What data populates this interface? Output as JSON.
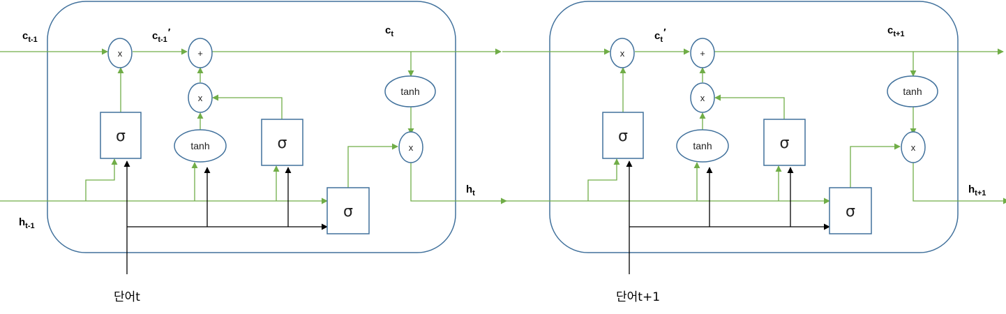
{
  "colors": {
    "frame": "#41719c",
    "green_line": "#70ad47",
    "black_line": "#000000"
  },
  "symbols": {
    "multiply": "x",
    "add": "+",
    "tanh": "tanh",
    "sigma": "σ"
  },
  "cells": [
    {
      "labels": {
        "c_in": {
          "main": "c",
          "sub": "t-1",
          "prime": ""
        },
        "c_mid": {
          "main": "c",
          "sub": "t-1",
          "prime": "′"
        },
        "c_out": {
          "main": "c",
          "sub": "t",
          "prime": ""
        },
        "h_in": {
          "main": "h",
          "sub": "t-1",
          "prime": ""
        },
        "h_out": {
          "main": "h",
          "sub": "t",
          "prime": ""
        }
      },
      "word": "단어t"
    },
    {
      "labels": {
        "c_in": {
          "main": "",
          "sub": "",
          "prime": ""
        },
        "c_mid": {
          "main": "c",
          "sub": "t",
          "prime": "′"
        },
        "c_out": {
          "main": "c",
          "sub": "t+1",
          "prime": ""
        },
        "h_in": {
          "main": "",
          "sub": "",
          "prime": ""
        },
        "h_out": {
          "main": "h",
          "sub": "t+1",
          "prime": ""
        }
      },
      "word": "단어t+1"
    }
  ]
}
